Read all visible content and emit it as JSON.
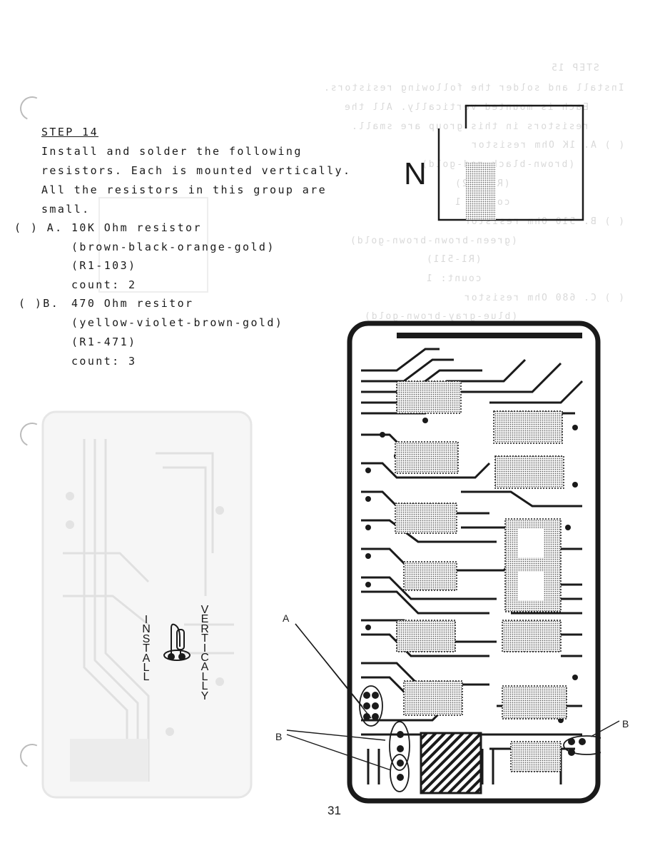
{
  "step": {
    "title": "STEP 14",
    "intro_lines": [
      "Install and solder the following",
      "resistors.  Each is mounted vertically.",
      "All the resistors in this group are",
      "small."
    ],
    "items": [
      {
        "checkbox": "( ) A.",
        "lines": [
          "10K Ohm resistor",
          "(brown-black-orange-gold)",
          "(R1-103)",
          "count: 2"
        ]
      },
      {
        "checkbox": "( )B.",
        "lines": [
          "470 Ohm resitor",
          "(yellow-violet-brown-gold)",
          "(R1-471)",
          "count: 3"
        ]
      }
    ]
  },
  "orientation_marker": "N",
  "install_label": [
    "I",
    "N",
    "S",
    "T",
    "A",
    "L",
    "L"
  ],
  "vertically_label": [
    "V",
    "E",
    "R",
    "T",
    "I",
    "C",
    "A",
    "L",
    "L",
    "Y"
  ],
  "callouts": {
    "a": "A",
    "b_left": "B",
    "b_right": "B"
  },
  "page_number": "31",
  "bleed_through": {
    "title": "STEP 15",
    "lines": [
      "Install and solder the following resistors.",
      "Each is mounted vertically.  All the",
      "resistors in this group are small.",
      "( ) A.  1K Ohm resistor",
      "(brown-black-red-gold)",
      "(R1-102)",
      "count: 1",
      "( ) B.  510 Ohm resistor",
      "(green-brown-brown-gold)",
      "(R1-511)",
      "count: 1",
      "( ) C.  680 Ohm resistor",
      "(blue-gray-brown-gold)"
    ]
  },
  "colors": {
    "ink": "#1a1a1a",
    "stipple": "#8c8c8c",
    "ghost": "#d9d9d9"
  }
}
